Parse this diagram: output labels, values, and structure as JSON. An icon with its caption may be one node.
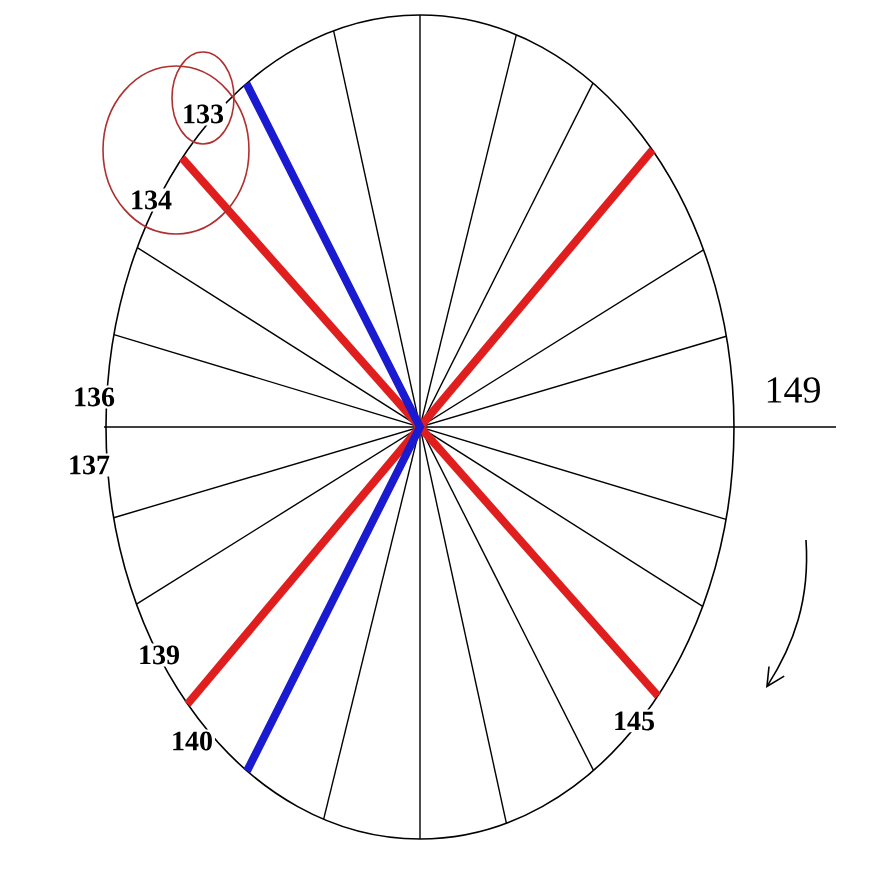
{
  "diagram": {
    "nodes": [
      {
        "text": [
          "133"
        ]
      },
      {
        "text": [
          "134"
        ]
      }
    ],
    "labels": [
      "136",
      "149",
      "137",
      "139",
      "145",
      "140"
    ]
  }
}
